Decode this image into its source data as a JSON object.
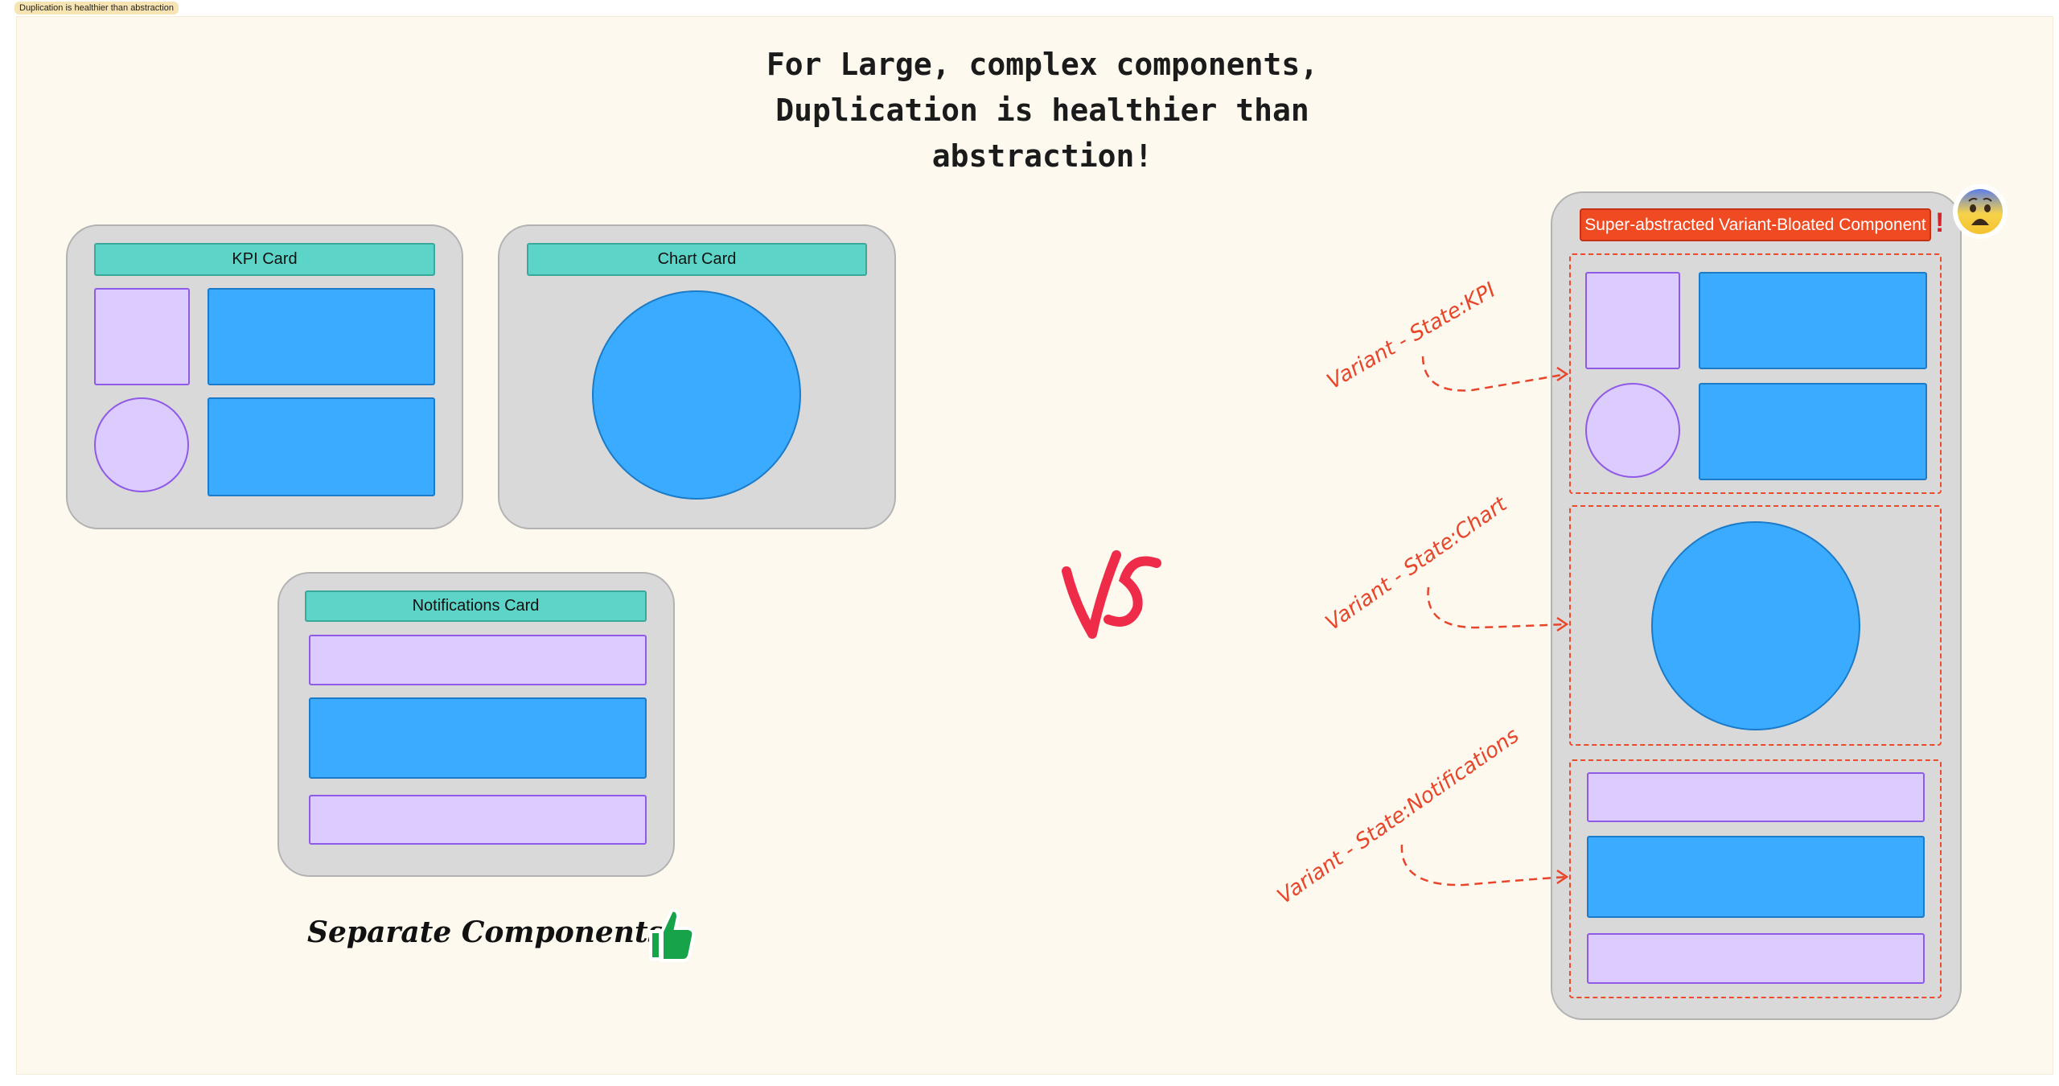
{
  "frame": {
    "label": "Duplication is healthier than abstraction"
  },
  "title": {
    "lines": [
      "For Large, complex components,",
      "Duplication is healthier than",
      "abstraction!"
    ]
  },
  "left": {
    "kpi_card": {
      "title": "KPI Card"
    },
    "chart_card": {
      "title": "Chart Card"
    },
    "notifications_card": {
      "title": "Notifications Card"
    },
    "caption": "Separate Components",
    "caption_icon": "thumbs-up-icon"
  },
  "vs": "VS",
  "right": {
    "title": "Super-abstracted Variant-Bloated Component",
    "exclamation": "!",
    "emoji_icon": "fearful-face-icon",
    "variants": [
      {
        "label": "Variant - State:KPI"
      },
      {
        "label": "Variant - State:Chart"
      },
      {
        "label": "Variant - State:Notifications"
      }
    ]
  },
  "colors": {
    "header": "#5cd5c8",
    "purple": "#dccbfd",
    "blue": "#3aabff",
    "red": "#f04a22",
    "background": "#fdf9ee"
  }
}
